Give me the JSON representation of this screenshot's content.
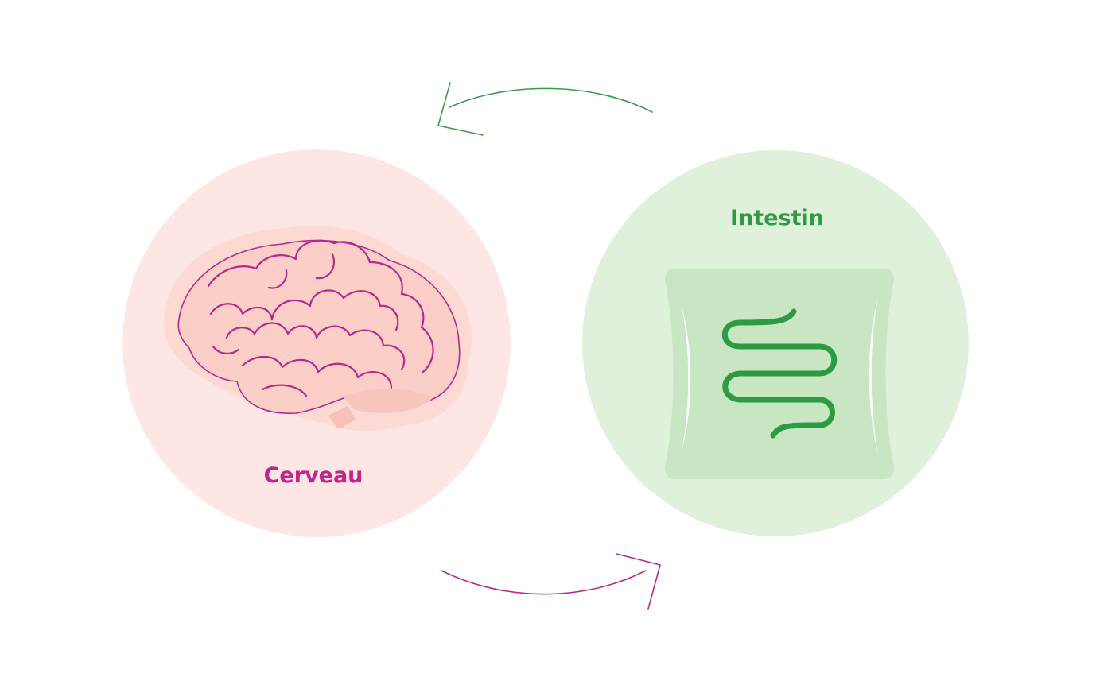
{
  "nodes": {
    "brain": {
      "label": "Cerveau",
      "icon": "brain-icon",
      "label_color": "#c2268a",
      "circle_fill": "#fde6e3",
      "icon_fill": "#fbd0ca",
      "icon_stroke": "#b8278c"
    },
    "gut": {
      "label": "Intestin",
      "icon": "intestine-icon",
      "label_color": "#2e9a44",
      "circle_fill": "#dff0db",
      "icon_fill": "#c8e6c2",
      "icon_stroke": "#2e9a44"
    }
  },
  "arrows": {
    "top": {
      "from": "gut",
      "to": "brain",
      "color": "#3a9a4a"
    },
    "bottom": {
      "from": "brain",
      "to": "gut",
      "color": "#b52a8c"
    }
  }
}
